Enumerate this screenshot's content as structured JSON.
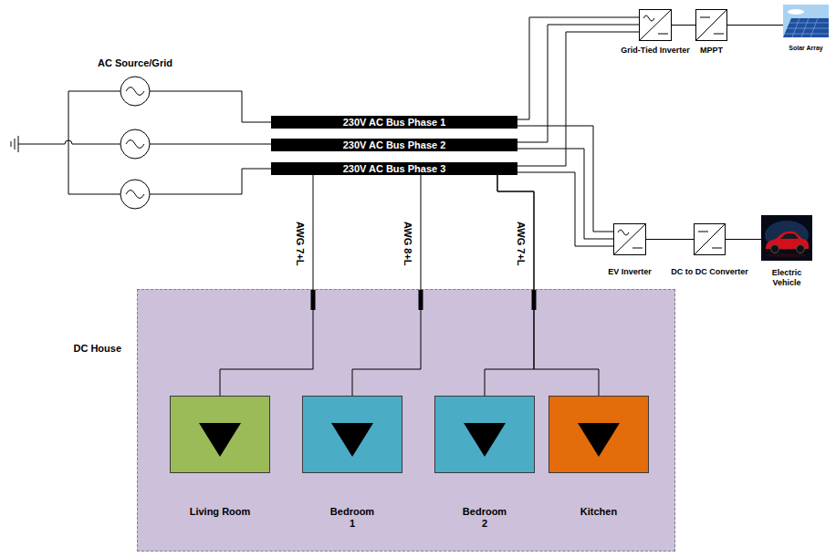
{
  "diagram": {
    "nodes": [
      {
        "text": [
          "Grid-Tied Inverter"
        ]
      },
      {
        "text": [
          "MPPT"
        ]
      },
      {
        "text": [
          "Solar Array"
        ]
      },
      {
        "text": [
          "230V AC Bus Phase 1"
        ]
      },
      {
        "text": [
          "230V AC Bus Phase 2"
        ]
      },
      {
        "text": [
          "230V AC Bus Phase 3"
        ]
      },
      {
        "text": [
          "EV Inverter"
        ]
      },
      {
        "text": [
          "DC to DC Converter"
        ]
      },
      {
        "text": [
          "Electric Vehicle"
        ]
      },
      {
        "text": [
          "DC House"
        ]
      },
      {
        "text": [
          "Living Room"
        ],
        "in": 9
      },
      {
        "text": [
          "Bedroom 1"
        ],
        "in": 9
      },
      {
        "text": [
          "Bedroom 2"
        ],
        "in": 9
      },
      {
        "text": [
          "Kitchen"
        ],
        "in": 9
      }
    ],
    "edges": [
      {
        "from": 3,
        "to": 0,
        "arrow": "none"
      },
      {
        "from": 4,
        "to": 0,
        "arrow": "none"
      },
      {
        "from": 5,
        "to": 0,
        "arrow": "none"
      },
      {
        "from": 0,
        "to": 1,
        "arrow": "none"
      },
      {
        "from": 1,
        "to": 2,
        "arrow": "none"
      },
      {
        "from": 3,
        "to": 6,
        "arrow": "none"
      },
      {
        "from": 4,
        "to": 6,
        "arrow": "none"
      },
      {
        "from": 5,
        "to": 6,
        "arrow": "none"
      },
      {
        "from": 6,
        "to": 7,
        "arrow": "none"
      },
      {
        "from": 7,
        "to": 8,
        "arrow": "none"
      },
      {
        "from": 5,
        "to": 10,
        "arrow": "none"
      },
      {
        "from": 5,
        "to": 11,
        "arrow": "none"
      },
      {
        "from": 5,
        "to": 12,
        "arrow": "none"
      },
      {
        "from": 5,
        "to": 13,
        "arrow": "none"
      }
    ],
    "labels": [
      "AC Source/Grid",
      "AWG 7+L",
      "AWG 8+L",
      "AWG 7+L"
    ]
  }
}
